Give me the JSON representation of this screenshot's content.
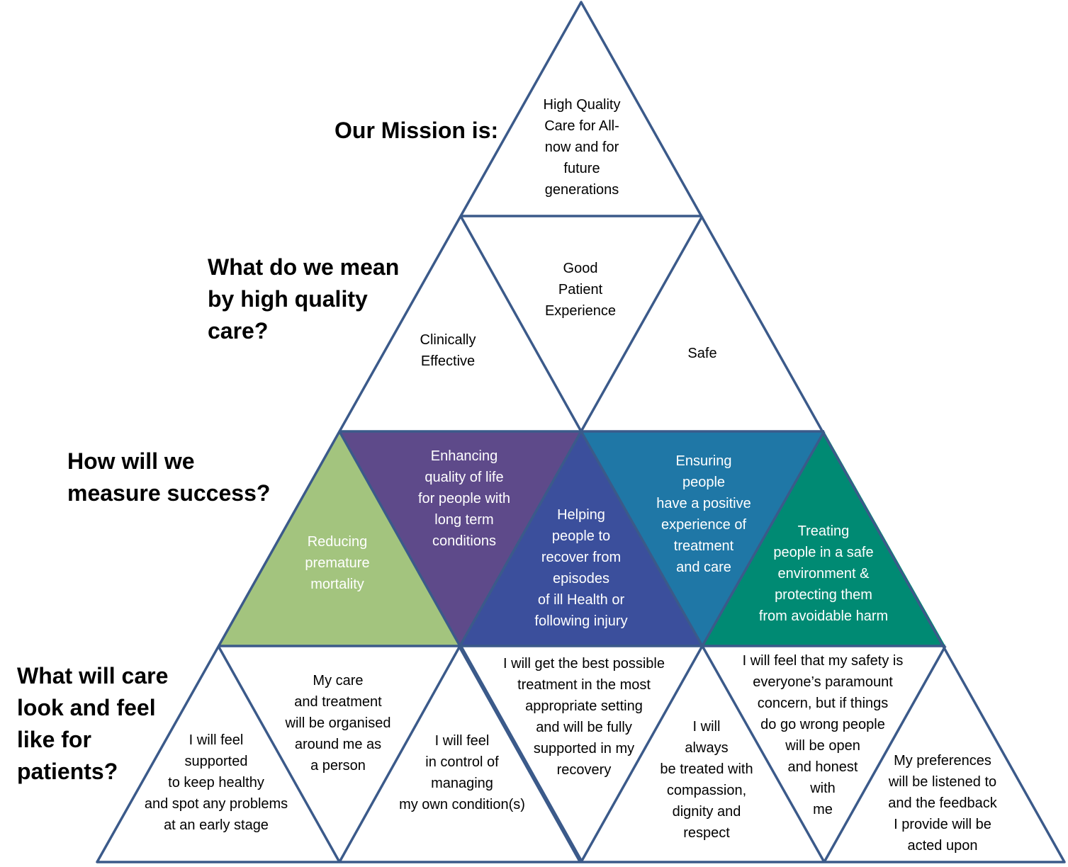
{
  "row_labels": {
    "mission": "Our Mission is:",
    "quality": "What do we mean\nby high quality\ncare?",
    "measure": "How will we\nmeasure success?",
    "feel": "What will care\nlook and feel\nlike for\npatients?"
  },
  "cells": {
    "apex": "High Quality\nCare for All-\nnow and for\nfuture\ngenerations",
    "clinically_effective": "Clinically\nEffective",
    "good_patient_experience": "Good\nPatient\nExperience",
    "safe": "Safe",
    "reducing_mortality": "Reducing\npremature\nmortality",
    "enhancing_quality": "Enhancing\nquality of life\nfor people with\nlong term\nconditions",
    "helping_recover": "Helping\npeople to\nrecover from\nepisodes\nof ill Health or\nfollowing  injury",
    "positive_experience": "Ensuring\npeople\nhave a positive\nexperience of\ntreatment\nand care",
    "treating_safe": "Treating\npeople in a safe\nenvironment &\nprotecting them\nfrom avoidable harm",
    "supported_healthy": "I  will feel\nsupported\nto keep healthy\nand spot any problems\nat an early stage",
    "organised_around_me": "My care\nand treatment\nwill be organised\naround me as\na person",
    "in_control": "I will feel\nin control of\nmanaging\nmy own condition(s)",
    "best_treatment": "I  will get the best possible\ntreatment in the most\nappropriate  setting\nand will be fully\nsupported in my\nrecovery",
    "compassion": "I will\nalways\nbe treated with\ncompassion,\ndignity and\nrespect",
    "safety_paramount": "I will feel that my safety is\neveryone’s  paramount\nconcern, but if things\ndo go wrong  people\nwill be  open\nand  honest\nwith\nme",
    "preferences": "My preferences\nwill be listened to\nand the feedback\nI provide will be\nacted upon"
  },
  "colors": {
    "outline": "#3b5a8a",
    "green": "#a3c47e",
    "purple": "#5e4a8a",
    "indigo": "#3b4f9c",
    "teal_blue": "#1f77a6",
    "teal_green": "#008a73"
  }
}
